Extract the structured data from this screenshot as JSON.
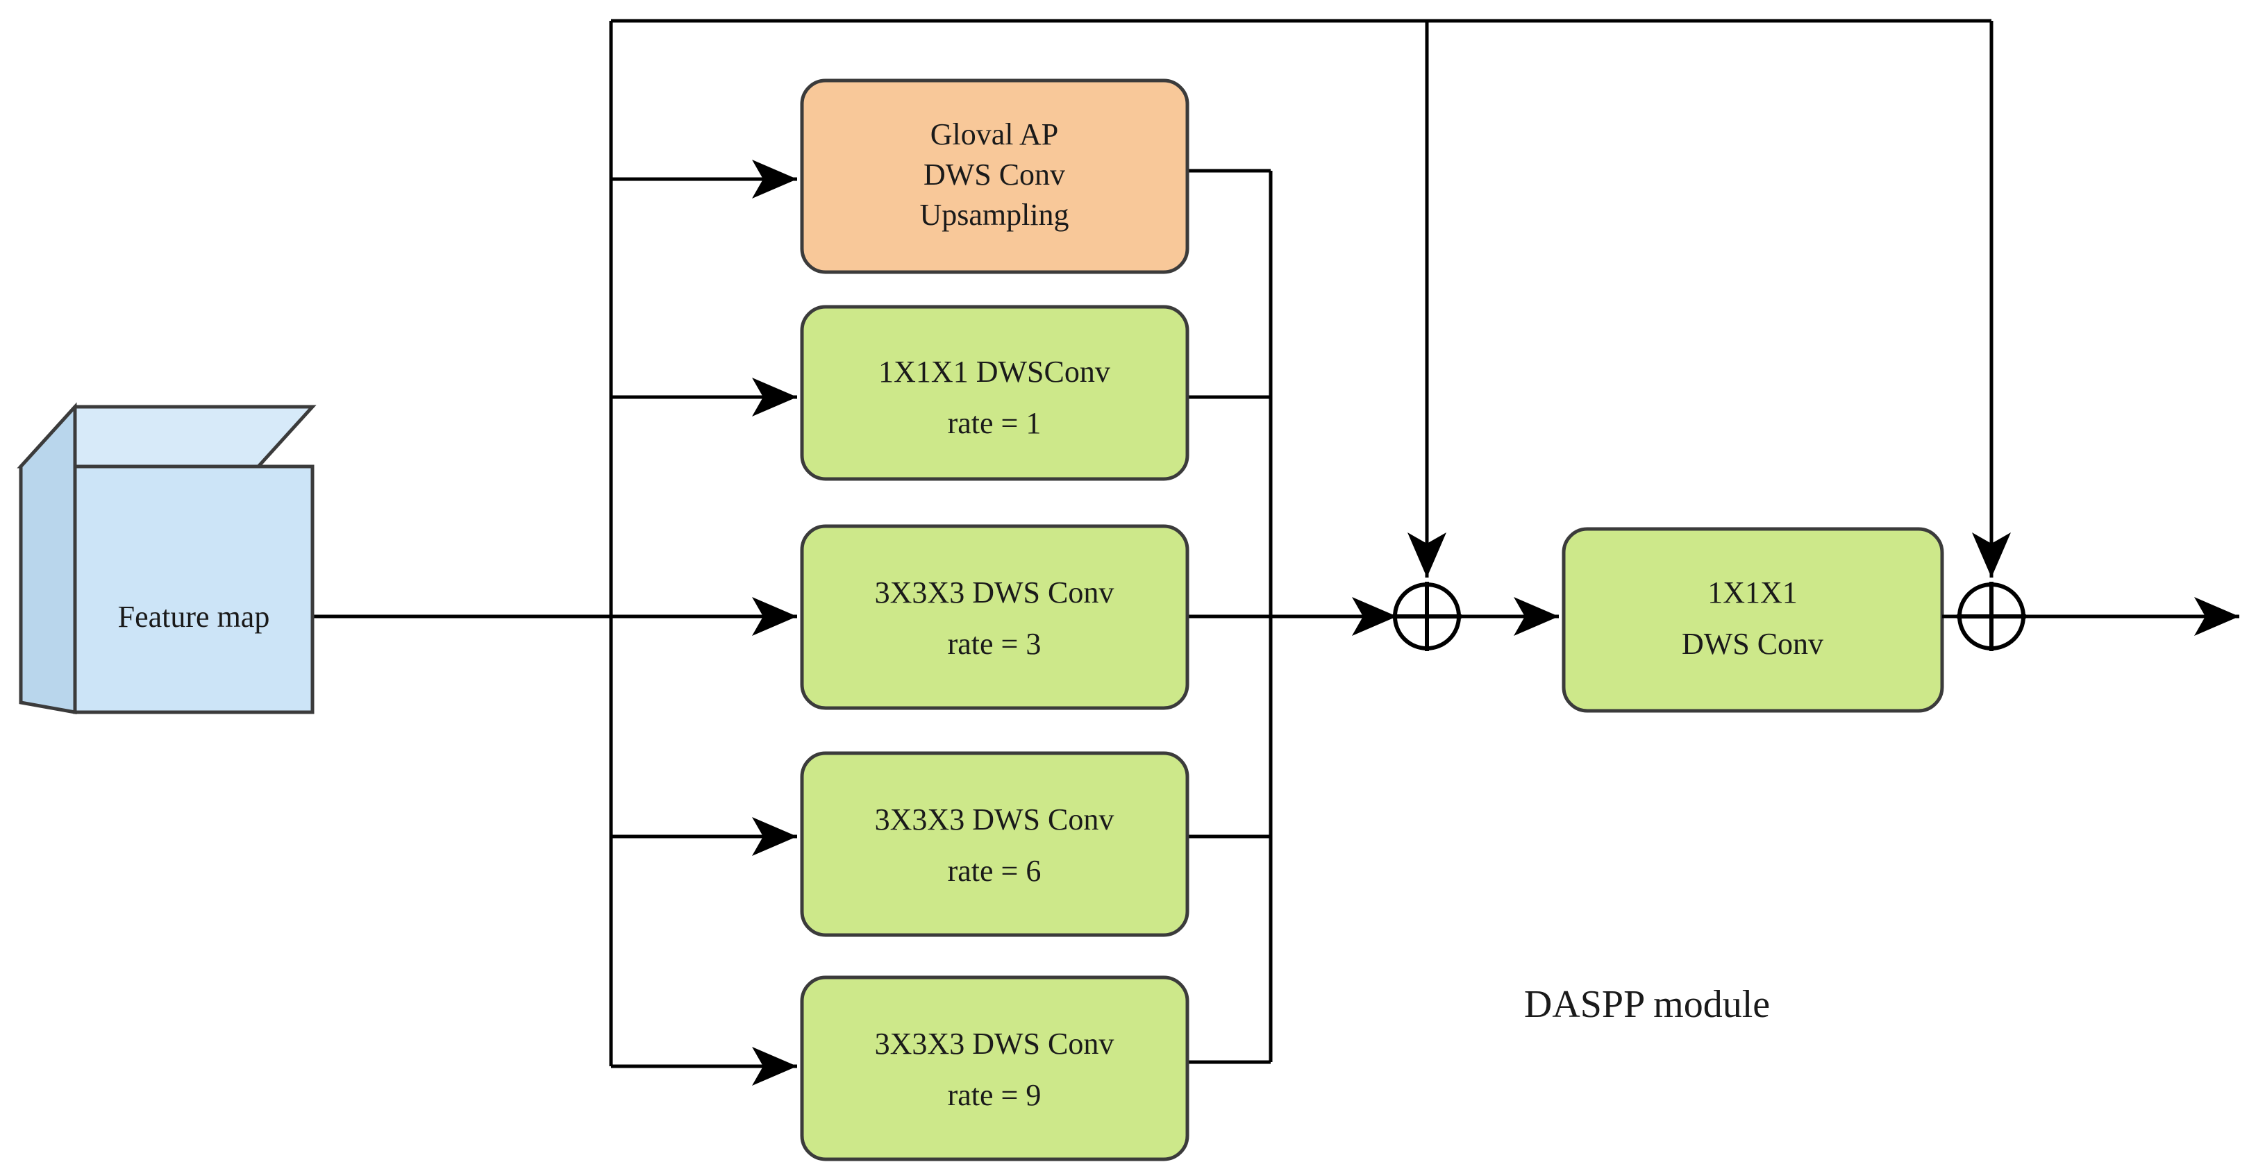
{
  "figure": {
    "caption": "DASPP module",
    "input_node": {
      "label": "Feature map",
      "shape": "cube-3d",
      "face_color": "#cce4f7",
      "side_color": "#b9d6ec",
      "top_color": "#d7eaf9"
    },
    "branches": [
      {
        "id": "branch-global-ap",
        "color": "#f8c899",
        "lines": [
          "Gloval AP",
          "DWS Conv",
          "Upsampling"
        ]
      },
      {
        "id": "branch-rate-1",
        "color": "#cde88a",
        "lines": [
          "1X1X1 DWSConv",
          "rate = 1"
        ]
      },
      {
        "id": "branch-rate-3",
        "color": "#cde88a",
        "lines": [
          "3X3X3 DWS Conv",
          "rate = 3"
        ]
      },
      {
        "id": "branch-rate-6",
        "color": "#cde88a",
        "lines": [
          "3X3X3 DWS Conv",
          "rate = 6"
        ]
      },
      {
        "id": "branch-rate-9",
        "color": "#cde88a",
        "lines": [
          "3X3X3 DWS Conv",
          "rate = 9"
        ]
      }
    ],
    "merge_nodes": [
      {
        "id": "sum-node-1",
        "symbol": "+"
      },
      {
        "id": "sum-node-2",
        "symbol": "+"
      }
    ],
    "output_block": {
      "id": "block-final-conv",
      "color": "#cde88a",
      "lines": [
        "1X1X1",
        "DWS Conv"
      ]
    },
    "colors": {
      "stroke": "#3b3b3b",
      "edge": "#000000",
      "orange": "#f8c899",
      "green": "#cde88a",
      "blue": "#cce4f7",
      "background": "#ffffff"
    }
  }
}
